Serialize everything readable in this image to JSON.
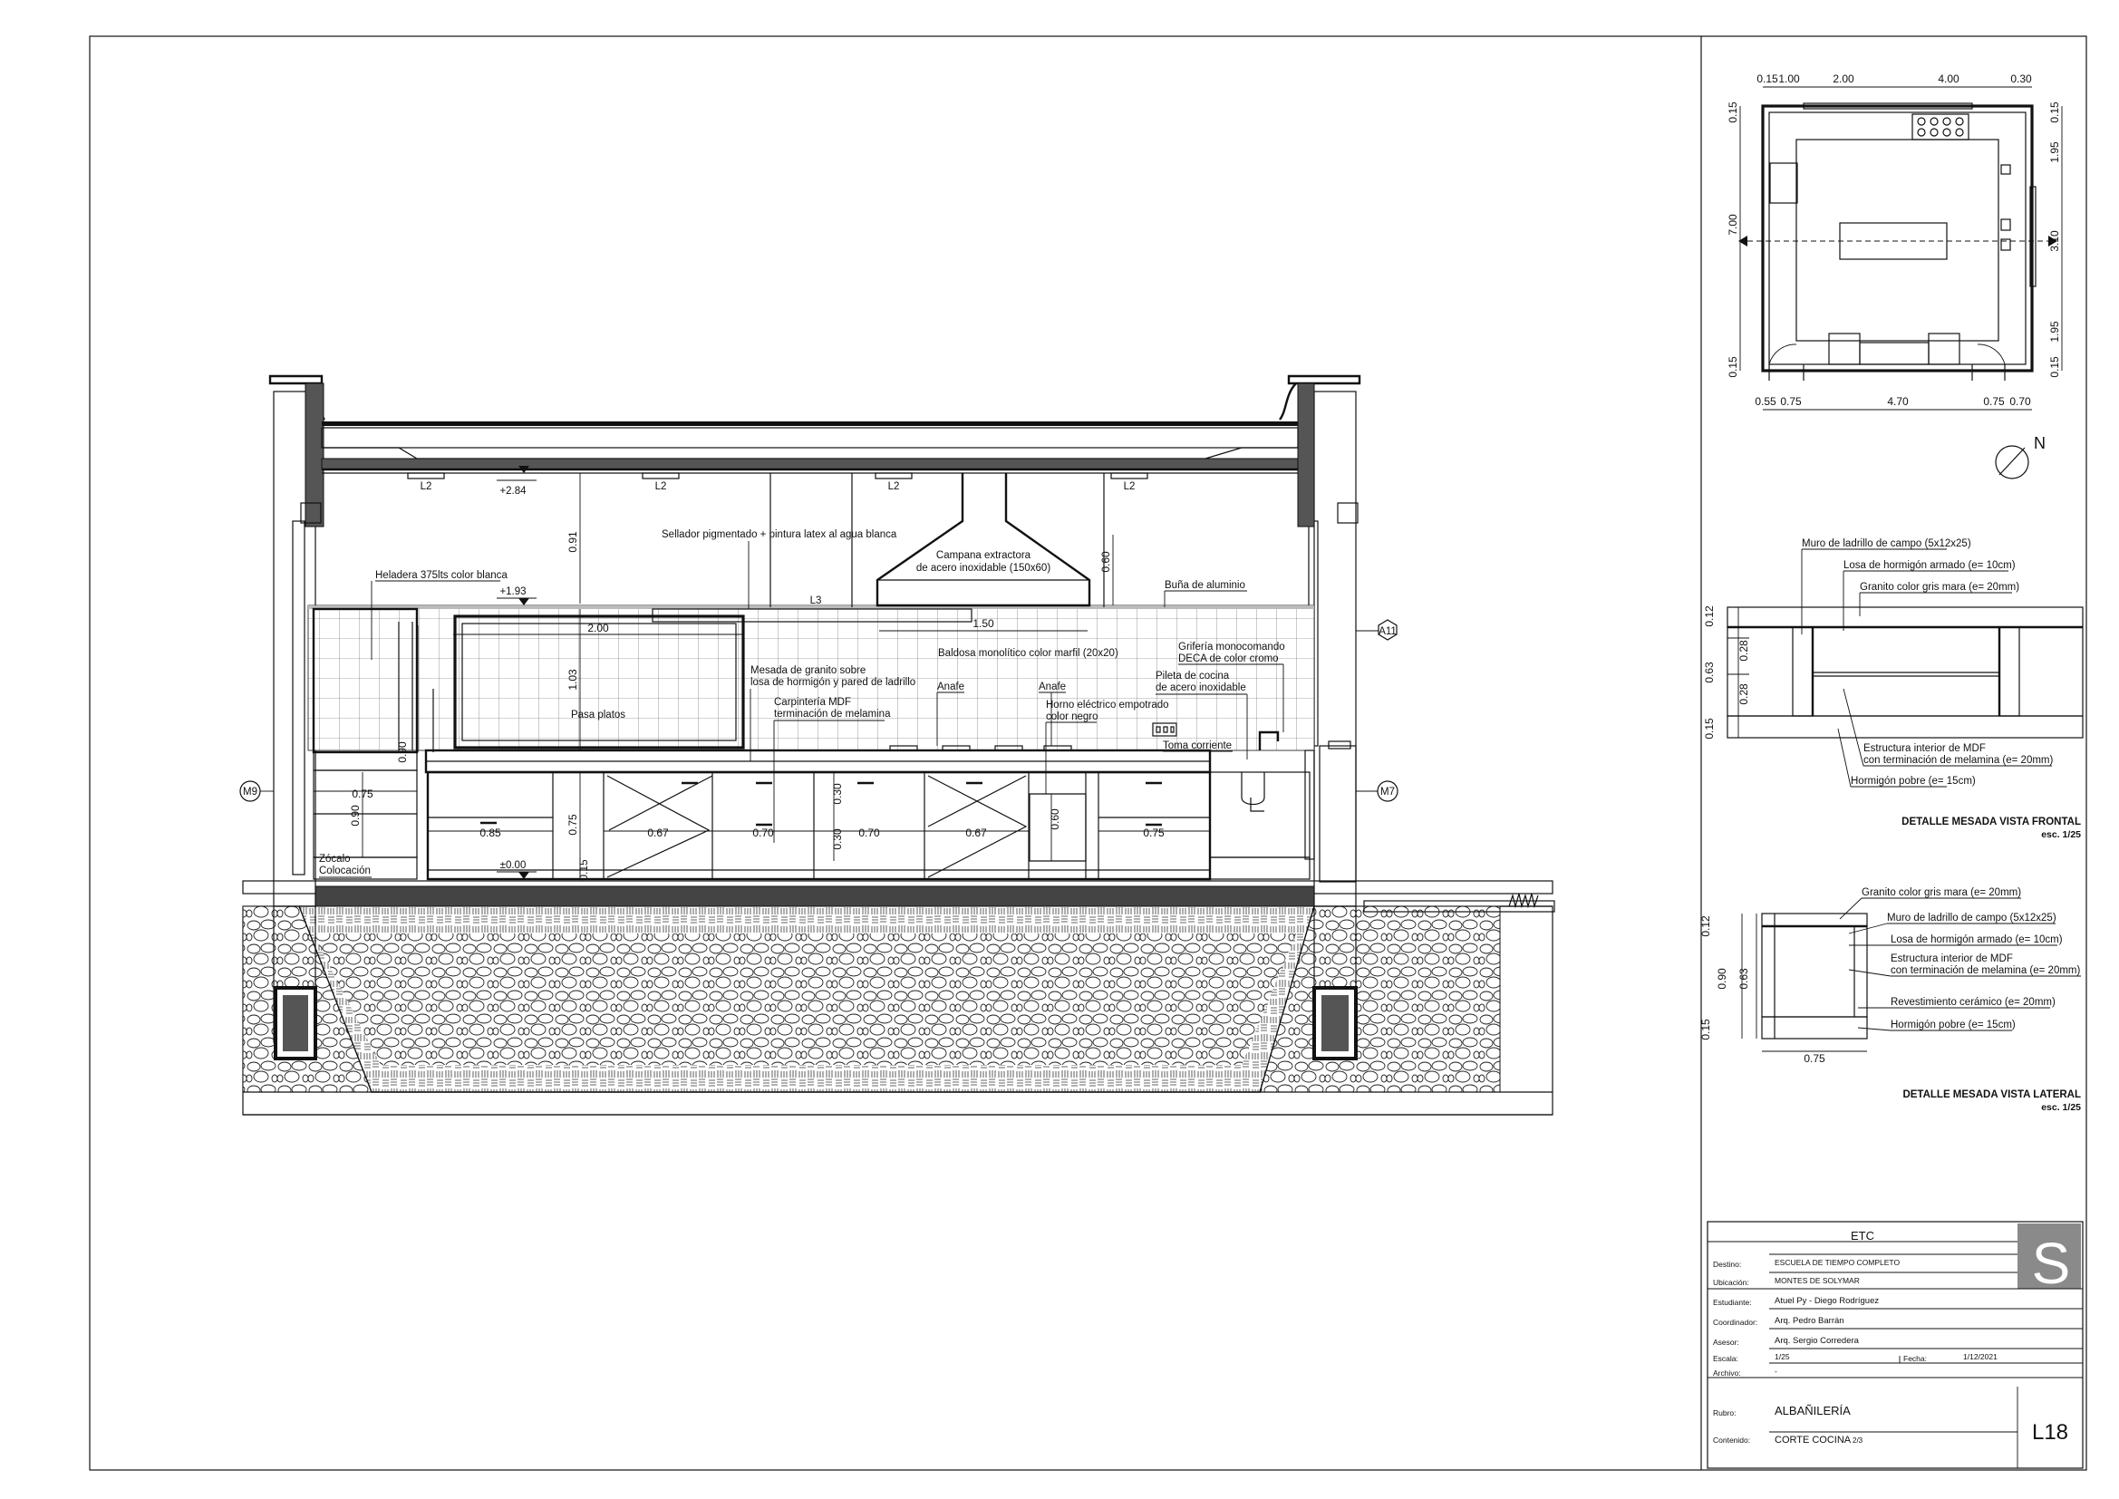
{
  "section": {
    "lights": [
      "L2",
      "L2",
      "L2",
      "L2",
      "L3"
    ],
    "levels": {
      "ceiling": "+2.84",
      "fridge_top": "+1.93",
      "floor": "±0.00"
    },
    "labels": {
      "sealer": "Sellador pigmentado + pintura latex al agua blanca",
      "hood_1": "Campana extractora",
      "hood_2": "de acero inoxidable (150x60)",
      "fridge": "Heladera 375lts color blanca",
      "aluminium": "Buña de aluminio",
      "tile": "Baldosa monolítico color marfil (20x20)",
      "faucet_1": "Grifería monocomando",
      "faucet_2": "DECA de color cromo",
      "sink_1": "Pileta de cocina",
      "sink_2": "de acero inoxidable",
      "counter_1": "Mesada de granito sobre",
      "counter_2": "losa de hormigón y pared de ladrillo",
      "mdf_1": "Carpintería MDF",
      "mdf_2": "terminación de melamina",
      "stove_a": "Anafe",
      "stove_b": "Anafe",
      "oven_1": "Horno eléctrico empotrado",
      "oven_2": "color negro",
      "outlet": "Toma corriente",
      "pass": "Pasa platos",
      "plinth_1": "Zócalo",
      "plinth_2": "Colocación"
    },
    "markers": {
      "left": "M9",
      "right": "M7",
      "window": "A11"
    },
    "dims": {
      "hood_h": "0.60",
      "upper_h": "0.91",
      "wall_h": "1.03",
      "base_h": "0.75",
      "opening_h": "0.90",
      "pass_w": "2.00",
      "tile_w": "1.50",
      "fridge_w": "0.75",
      "cab_fridge_h": "0.90",
      "cab1": "0.85",
      "cab2": "0.67",
      "cab3": "0.70",
      "cab4": "0.70",
      "cab5": "0.67",
      "cab6": "0.75",
      "drawer": "0.30",
      "drawer2": "0.30",
      "oven_h": "0.60",
      "plinth": "0.15"
    }
  },
  "plan": {
    "top_dims": [
      "0.15",
      "1.00",
      "2.00",
      "4.00",
      "0.30"
    ],
    "bottom_dims": [
      "0.55",
      "0.75",
      "4.70",
      "0.75",
      "0.70"
    ],
    "left_dims": [
      "0.15",
      "7.00",
      "0.15"
    ],
    "right_dims": [
      "0.15",
      "1.95",
      "3.10",
      "1.95",
      "0.15"
    ],
    "north": "N"
  },
  "detail_front": {
    "labels": [
      "Muro de ladrillo de campo (5x12x25)",
      "Losa de hormigón armado (e= 10cm)",
      "Granito color gris mara (e= 20mm)",
      "Estructura interior de MDF",
      "con terminación de melamina (e= 20mm)",
      "Hormigón pobre (e= 15cm)"
    ],
    "dims": [
      "0.12",
      "0.28",
      "0.63",
      "0.28",
      "0.15"
    ],
    "title": "DETALLE MESADA VISTA FRONTAL",
    "scale": "esc. 1/25"
  },
  "detail_side": {
    "labels": [
      "Granito color gris mara (e= 20mm)",
      "Muro de ladrillo de campo (5x12x25)",
      "Losa de hormigón armado (e= 10cm)",
      "Estructura interior de MDF",
      "con terminación de melamina (e= 20mm)",
      "Revestimiento cerámico (e= 20mm)",
      "Hormigón pobre (e= 15cm)"
    ],
    "dims": [
      "0.12",
      "0.63",
      "0.90",
      "0.15",
      "0.75"
    ],
    "title": "DETALLE MESADA VISTA LATERAL",
    "scale": "esc. 1/25"
  },
  "title_block": {
    "header": "ETC",
    "logo": "S",
    "rows": {
      "destino_k": "Destino:",
      "destino_v": "ESCUELA DE TIEMPO COMPLETO",
      "ubicacion_k": "Ubicación:",
      "ubicacion_v": "MONTES DE SOLYMAR",
      "estudiante_k": "Estudiante:",
      "estudiante_v": "Atuel Py - Diego Rodríguez",
      "coordinador_k": "Coordinador:",
      "coordinador_v": "Arq. Pedro Barrán",
      "asesor_k": "Asesor:",
      "asesor_v": "Arq. Sergio Corredera",
      "escala_k": "Escala:",
      "escala_v": "1/25",
      "fecha_k": "Fecha:",
      "fecha_v": "1/12/2021",
      "archivo_k": "Archivo:",
      "archivo_v": "-",
      "rubro_k": "Rubro:",
      "rubro_v": "ALBAÑILERÍA",
      "contenido_k": "Contenido:",
      "contenido_v": "CORTE COCINA",
      "contenido_n": "2/3"
    },
    "sheet": "L18"
  }
}
